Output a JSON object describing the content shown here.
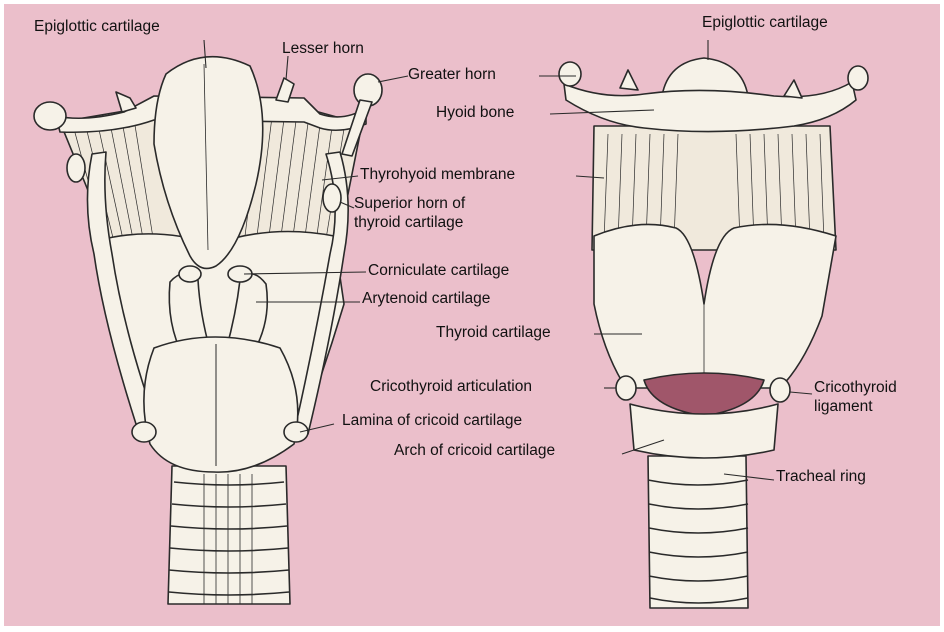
{
  "colors": {
    "background": "#ebbfcb",
    "cartilage": "#f6f2e8",
    "outline": "#2a2a2a",
    "ligament": "#a0566a"
  },
  "posterior_view": {
    "epiglottic_cartilage": "Epiglottic cartilage",
    "lesser_horn": "Lesser horn",
    "greater_horn": "Greater horn",
    "thyrohyoid_membrane": "Thyrohyoid membrane",
    "superior_horn_line1": "Superior horn of",
    "superior_horn_line2": "thyroid cartilage",
    "corniculate_cartilage": "Corniculate cartilage",
    "arytenoid_cartilage": "Arytenoid cartilage",
    "lamina_of_cricoid": "Lamina of cricoid cartilage"
  },
  "anterior_view": {
    "epiglottic_cartilage": "Epiglottic cartilage",
    "hyoid_bone": "Hyoid bone",
    "thyroid_cartilage": "Thyroid cartilage",
    "cricothyroid_articulation": "Cricothyroid articulation",
    "cricothyroid_ligament_line1": "Cricothyroid",
    "cricothyroid_ligament_line2": "ligament",
    "arch_of_cricoid": "Arch of cricoid cartilage",
    "tracheal_ring": "Tracheal ring"
  }
}
